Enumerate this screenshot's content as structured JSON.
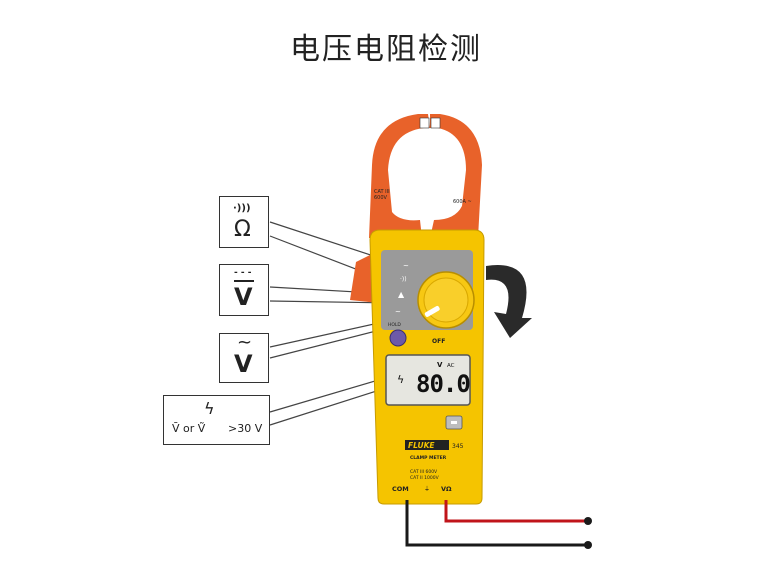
{
  "title": "电压电阻检测",
  "callouts": {
    "resistance": {
      "sound_glyph": "·)))",
      "symbol": "Ω"
    },
    "dc_voltage": {
      "dashes": "- - -",
      "symbol": "V"
    },
    "ac_voltage": {
      "wave": "~",
      "symbol": "V"
    },
    "hazard": {
      "bolt": "ϟ",
      "condition": "V̄ or Ṽ",
      "threshold": ">30 V"
    }
  },
  "meter": {
    "brand": "FLUKE",
    "model": "345",
    "subtitle": "CLAMP METER",
    "display_value": "80.0",
    "display_unit": "V",
    "display_mode": "AC",
    "hazard_icon": "ϟ",
    "off_label": "OFF",
    "hold_label": "HOLD",
    "cat_line1": "CAT III 600V",
    "cat_line2": "CAT II 1000V",
    "jack_com": "COM",
    "jack_vohm": "VΩ",
    "jaw_rating": "600A ~"
  },
  "colors": {
    "body_yellow": "#f5c400",
    "jaw_orange": "#e8622a",
    "panel_gray": "#9a9a9a",
    "dial_yellow": "#f7c813",
    "lead_red": "#c0141a",
    "lead_black": "#1a1a1a",
    "arrow": "#2a2a2a"
  }
}
